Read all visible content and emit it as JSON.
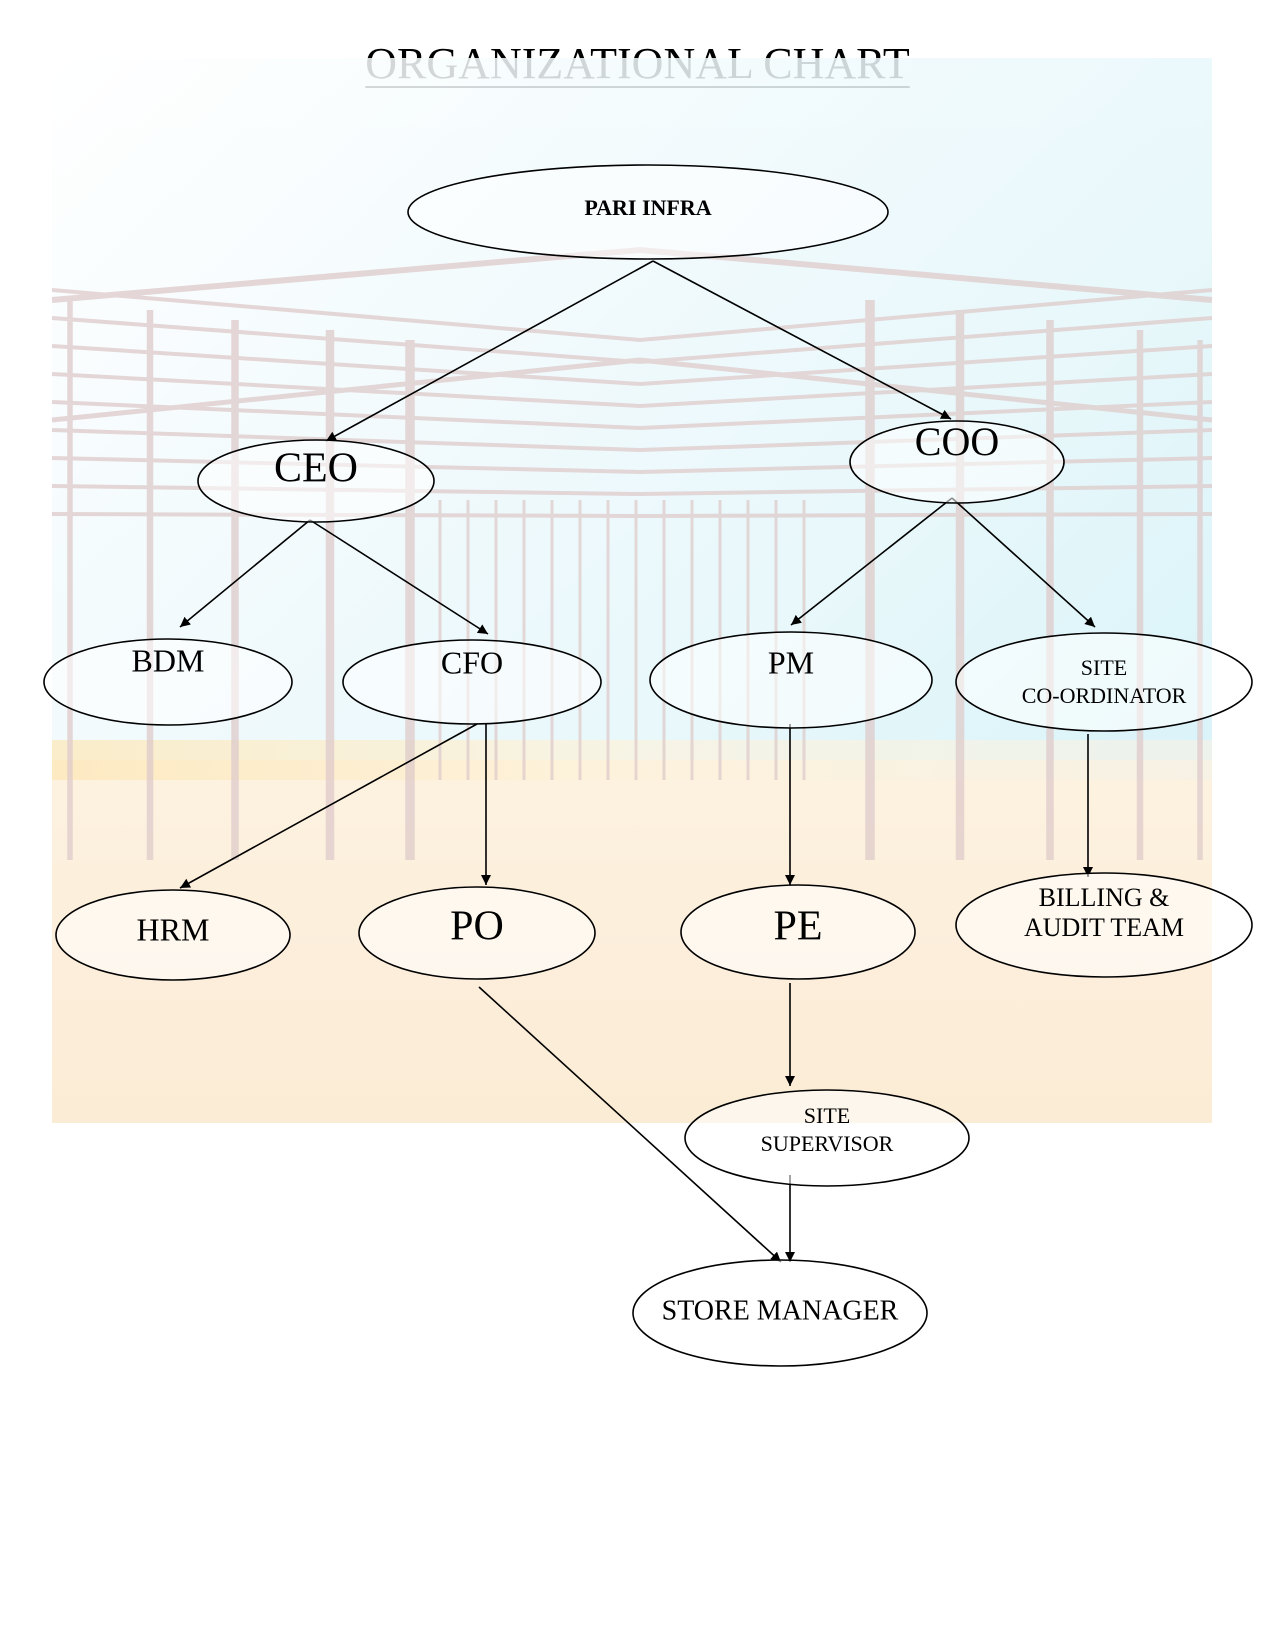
{
  "title": "ORGANIZATIONAL CHART",
  "colors": {
    "stroke": "#000000",
    "node_fill": "#ffffff",
    "text": "#000000"
  },
  "nodes": {
    "pari_infra": [
      "PARI INFRA"
    ],
    "ceo": [
      "CEO"
    ],
    "coo": [
      "COO"
    ],
    "bdm": [
      "BDM"
    ],
    "cfo": [
      "CFO"
    ],
    "pm": [
      "PM"
    ],
    "site_coordinator": [
      "SITE",
      "CO-ORDINATOR"
    ],
    "hrm": [
      "HRM"
    ],
    "po": [
      "PO"
    ],
    "pe": [
      "PE"
    ],
    "billing_audit": [
      "BILLING &",
      "AUDIT TEAM"
    ],
    "site_supervisor": [
      "SITE",
      "SUPERVISOR"
    ],
    "store_manager": [
      "STORE MANAGER"
    ]
  },
  "edges": [
    [
      "pari_infra",
      "ceo"
    ],
    [
      "pari_infra",
      "coo"
    ],
    [
      "ceo",
      "bdm"
    ],
    [
      "ceo",
      "cfo"
    ],
    [
      "coo",
      "pm"
    ],
    [
      "coo",
      "site_coordinator"
    ],
    [
      "cfo",
      "hrm"
    ],
    [
      "cfo",
      "po"
    ],
    [
      "pm",
      "pe"
    ],
    [
      "site_coordinator",
      "billing_audit"
    ],
    [
      "pe",
      "site_supervisor"
    ],
    [
      "po",
      "store_manager"
    ],
    [
      "site_supervisor",
      "store_manager"
    ]
  ]
}
